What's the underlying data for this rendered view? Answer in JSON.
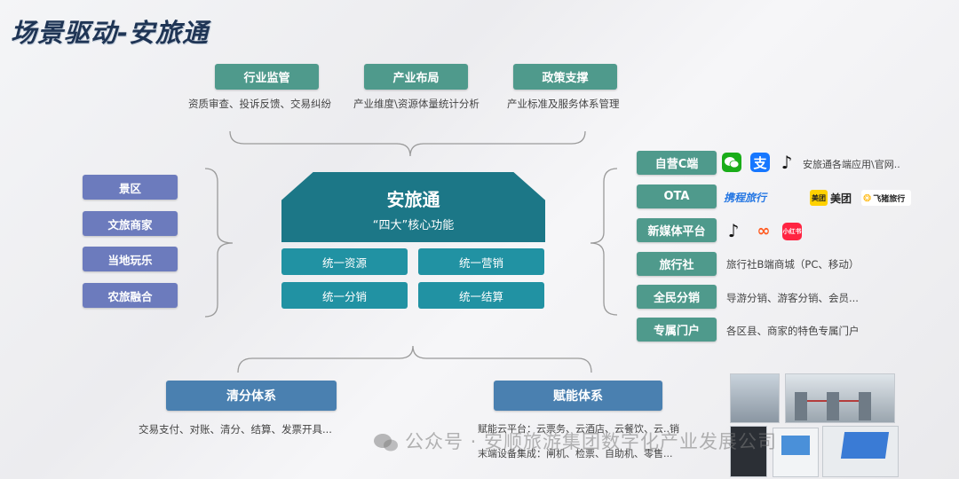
{
  "title": "场景驱动-安旅通",
  "top_items": [
    {
      "label": "行业监管",
      "desc": "资质审查、投诉反馈、交易纠纷"
    },
    {
      "label": "产业布局",
      "desc": "产业维度\\资源体量统计分析"
    },
    {
      "label": "政策支撑",
      "desc": "产业标准及服务体系管理"
    }
  ],
  "left_items": [
    "景区",
    "文旅商家",
    "当地玩乐",
    "农旅融合"
  ],
  "core": {
    "title": "安旅通",
    "subtitle": "“四大”核心功能",
    "functions": [
      "统一资源",
      "统一营销",
      "统一分销",
      "统一结算"
    ]
  },
  "right_items": [
    {
      "label": "自营C端",
      "desc": "安旅通各端应用\\官网..",
      "icons": [
        "wechat-icon",
        "alipay-icon",
        "douyin-icon"
      ]
    },
    {
      "label": "OTA",
      "logos": {
        "ctrip": "携程旅行",
        "meituan_badge": "美团",
        "meituan": "美团",
        "fliggy": "飞猪旅行"
      }
    },
    {
      "label": "新媒体平台",
      "icons": [
        "douyin-icon",
        "kuaishou-icon",
        "xiaohongshu-icon"
      ],
      "xhs_text": "小红书"
    },
    {
      "label": "旅行社",
      "desc": "旅行社B端商城（PC、移动）"
    },
    {
      "label": "全民分销",
      "desc": "导游分销、游客分销、会员..."
    },
    {
      "label": "专属门户",
      "desc": "各区县、商家的特色专属门户"
    }
  ],
  "bottom_items": [
    {
      "label": "清分体系",
      "desc": "交易支付、对账、清分、结算、发票开具..."
    },
    {
      "label": "赋能体系",
      "desc1": "赋能云平台：云票务、云酒店、云餐饮、云..销",
      "desc2": "末端设备集成：闸机、检票、自助机、零售..."
    }
  ],
  "watermark": "公众号 · 安顺旅游集团数字化产业发展公司",
  "colors": {
    "title": "#1f3555",
    "green_box": "#4f9a8c",
    "purple_box": "#6c7bbd",
    "core_dark": "#1c7787",
    "core_func": "#2192a3",
    "blue_box": "#4a80b0"
  }
}
